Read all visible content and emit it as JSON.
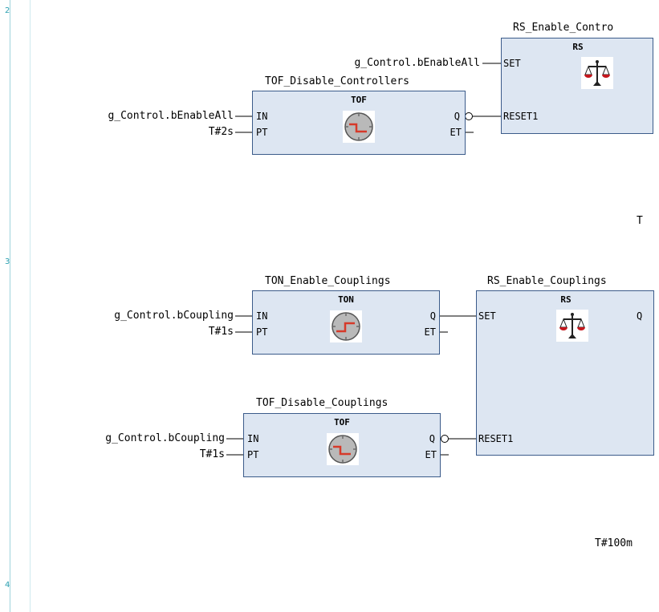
{
  "networks": [
    {
      "number": "2"
    },
    {
      "number": "3"
    },
    {
      "number": "4"
    }
  ],
  "blocks": {
    "tof_disable_controllers": {
      "instance": "TOF_Disable_Controllers",
      "type": "TOF",
      "in_label": "IN",
      "pt_label": "PT",
      "q_label": "Q",
      "et_label": "ET",
      "in_value": "g_Control.bEnableAll",
      "pt_value": "T#2s"
    },
    "rs_enable_controllers": {
      "instance": "RS_Enable_Contro",
      "type": "RS",
      "set_label": "SET",
      "reset_label": "RESET1",
      "set_value": "g_Control.bEnableAll"
    },
    "ton_enable_couplings": {
      "instance": "TON_Enable_Couplings",
      "type": "TON",
      "in_label": "IN",
      "pt_label": "PT",
      "q_label": "Q",
      "et_label": "ET",
      "in_value": "g_Control.bCoupling",
      "pt_value": "T#1s"
    },
    "tof_disable_couplings": {
      "instance": "TOF_Disable_Couplings",
      "type": "TOF",
      "in_label": "IN",
      "pt_label": "PT",
      "q_label": "Q",
      "et_label": "ET",
      "in_value": "g_Control.bCoupling",
      "pt_value": "T#1s"
    },
    "rs_enable_couplings": {
      "instance": "RS_Enable_Couplings",
      "type": "RS",
      "set_label": "SET",
      "reset_label": "RESET1",
      "q_label": "Q"
    }
  },
  "fragments": {
    "net2_cut_text": "T",
    "net3_cut_text": "T#100m"
  },
  "colors": {
    "block_fill": "#dde6f2",
    "block_border": "#3b5b8a",
    "network_number": "#2a9fb0",
    "wire": "#000000"
  }
}
